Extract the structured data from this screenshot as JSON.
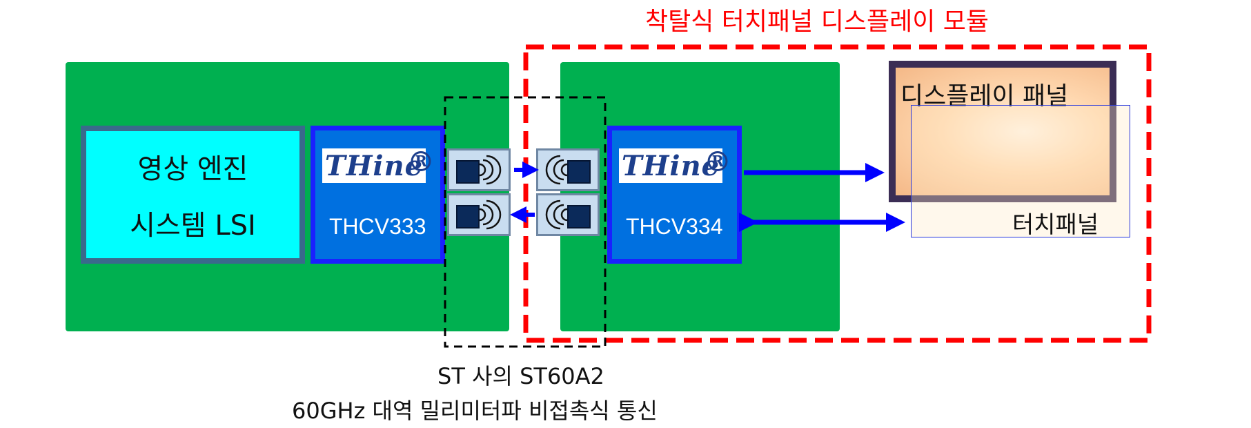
{
  "title": "착탈식 터치패널 디스플레이 모듈",
  "video_engine": {
    "line1": "영상 엔진",
    "line2": "시스템 LSI"
  },
  "tx_chip": {
    "logo": "THine",
    "reg": "®",
    "part": "THCV333"
  },
  "rx_chip": {
    "logo": "THine",
    "reg": "®",
    "part": "THCV334"
  },
  "display_panel": {
    "label": "디스플레이 패널"
  },
  "touch_panel": {
    "label": "터치패널"
  },
  "caption": {
    "line1": "ST 사의 ST60A2",
    "line2": "60GHz 대역 밀리미터파 비접촉식 통신"
  },
  "colors": {
    "board": "#00b050",
    "accent_red": "#ff0000",
    "chip": "#0070e0",
    "arrow": "#0000ff",
    "lsi": "#00ffff"
  },
  "icons": [
    "wireless-wave-icon"
  ]
}
